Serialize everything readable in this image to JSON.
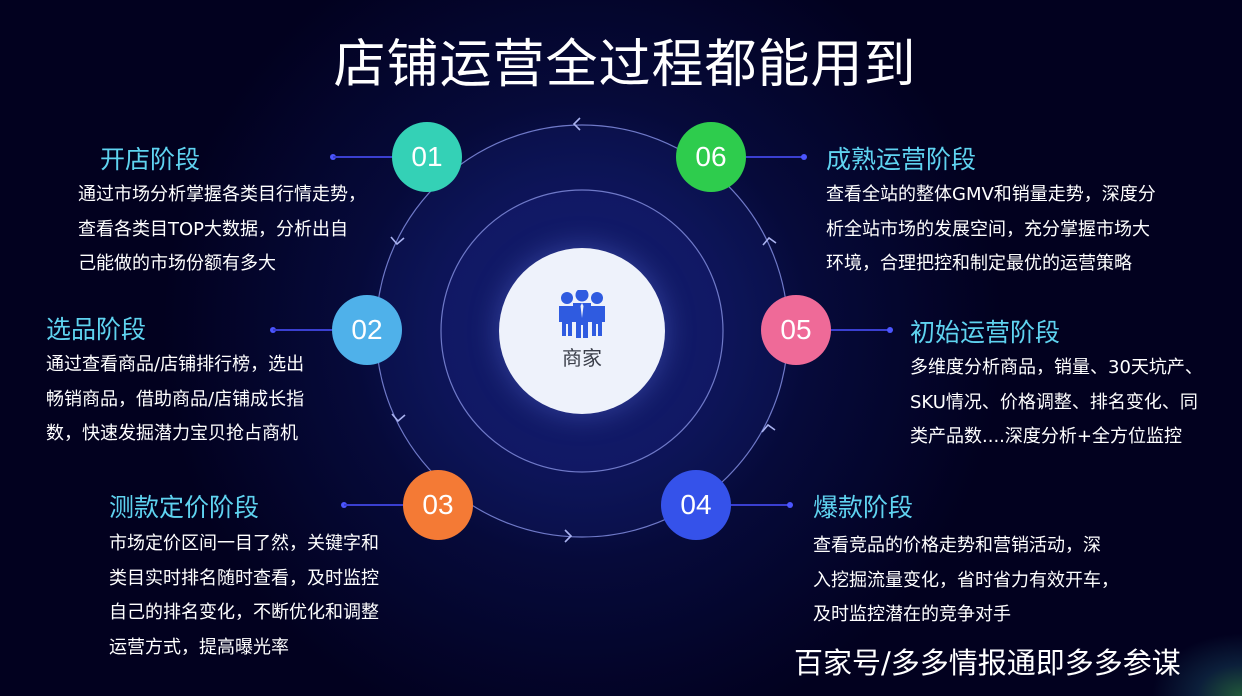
{
  "title": "店铺运营全过程都能用到",
  "center": {
    "icon": "people-group-icon",
    "label": "商家",
    "icon_color": "#2f5be0"
  },
  "colors": {
    "background": "#02011f",
    "stage_title": "#5fd3f0",
    "connector": "#3a3fd0",
    "orbit_line": "#6f79c8"
  },
  "stages": [
    {
      "number": "01",
      "color": "#34d1b6",
      "title": "开店阶段",
      "lines": [
        "通过市场分析掌握各类目行情走势，",
        "查看各类目TOP大数据，分析出自",
        "己能做的市场份额有多大"
      ]
    },
    {
      "number": "02",
      "color": "#4fb1ea",
      "title": "选品阶段",
      "lines": [
        "通过查看商品/店铺排行榜，选出",
        "畅销商品，借助商品/店铺成长指",
        "数，快速发掘潜力宝贝抢占商机"
      ]
    },
    {
      "number": "03",
      "color": "#f47a35",
      "title": "测款定价阶段",
      "lines": [
        "市场定价区间一目了然，关键字和",
        "类目实时排名随时查看，及时监控",
        "自己的排名变化，不断优化和调整",
        "运营方式，提高曝光率"
      ]
    },
    {
      "number": "04",
      "color": "#3552ea",
      "title": "爆款阶段",
      "lines": [
        "查看竞品的价格走势和营销活动，深",
        "入挖掘流量变化，省时省力有效开车，",
        "及时监控潜在的竞争对手"
      ]
    },
    {
      "number": "05",
      "color": "#ef6a98",
      "title": "初始运营阶段",
      "lines": [
        "多维度分析商品，销量、30天坑产、",
        "SKU情况、价格调整、排名变化、同",
        "类产品数....深度分析+全方位监控"
      ]
    },
    {
      "number": "06",
      "color": "#2ecc4d",
      "title": "成熟运营阶段",
      "lines": [
        "查看全站的整体GMV和销量走势，深度分",
        "析全站市场的发展空间，充分掌握市场大",
        "环境，合理把控和制定最优的运营策略"
      ]
    }
  ],
  "watermark": "百家号/多多情报通即多多参谋"
}
